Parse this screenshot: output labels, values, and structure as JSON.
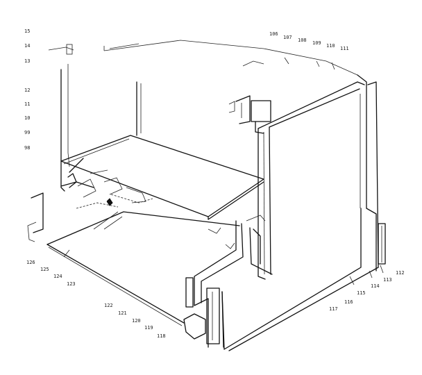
{
  "figure": {
    "reference_numerals_top": [
      "106",
      "107",
      "108",
      "109",
      "110",
      "111"
    ],
    "reference_numerals_left_margin": [
      "15",
      "14",
      "13",
      "12",
      "11",
      "10",
      "99",
      "98"
    ],
    "reference_numerals_right": [
      "112",
      "113",
      "114",
      "115",
      "116",
      "117"
    ],
    "reference_numerals_bottom": [
      "118",
      "119",
      "120",
      "121",
      "122",
      "123",
      "124",
      "125",
      "126"
    ]
  }
}
